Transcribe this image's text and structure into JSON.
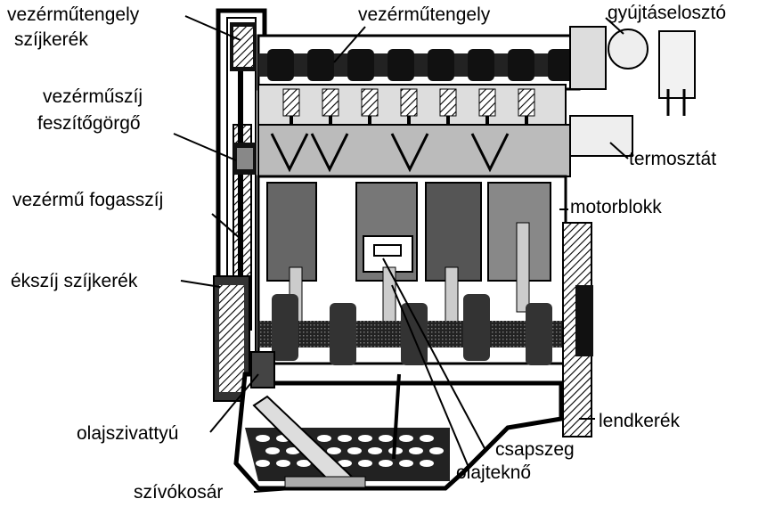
{
  "labels": {
    "vezermutengely_szijkerek_1": "vezérműtengely",
    "vezermutengely_szijkerek_2": "szíjkerék",
    "vezermutengely": "vezérműtengely",
    "gyujtaseloszto": "gyújtáselosztó",
    "vezermuszij_feszitogorgo_1": "vezérműszíj",
    "vezermuszij_feszitogorgo_2": "feszítőgörgő",
    "termosztat": "termosztát",
    "vezermu_fogasszij": "vezérmű fogasszíj",
    "motorblokk": "motorblokk",
    "ekszij_szijkerek": "ékszíj szíjkerék",
    "lendkerek": "lendkerék",
    "olajszivattyu": "olajszivattyú",
    "csapszeg": "csapszeg",
    "olajtekno": "olajteknő",
    "szivokosar": "szívókosár"
  }
}
